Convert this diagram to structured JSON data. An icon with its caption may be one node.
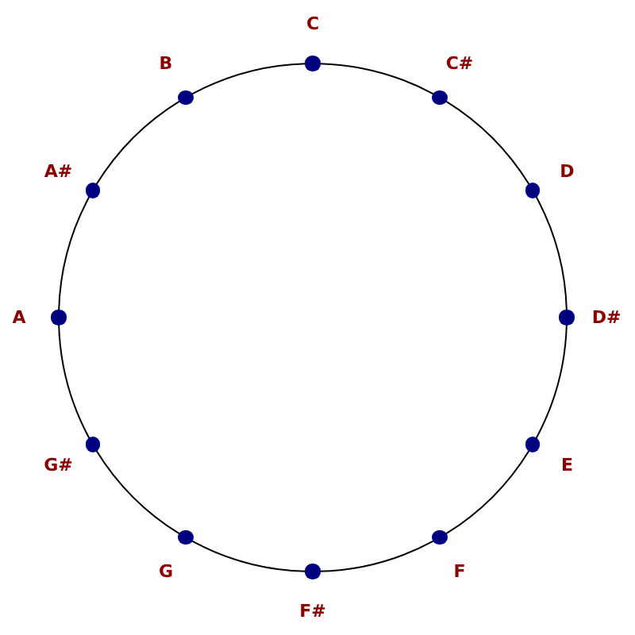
{
  "diagram": {
    "nodes": [
      {
        "text": [],
        "shape": "circle",
        "beside": [
          "C"
        ]
      },
      {
        "text": [],
        "shape": "circle",
        "beside": [
          "C#"
        ]
      },
      {
        "text": [],
        "shape": "circle",
        "beside": [
          "D"
        ]
      },
      {
        "text": [],
        "shape": "circle",
        "beside": [
          "D#"
        ]
      },
      {
        "text": [],
        "shape": "circle",
        "beside": [
          "E"
        ]
      },
      {
        "text": [],
        "shape": "circle",
        "beside": [
          "F"
        ]
      },
      {
        "text": [],
        "shape": "circle",
        "beside": [
          "F#"
        ]
      },
      {
        "text": [],
        "shape": "circle",
        "beside": [
          "G"
        ]
      },
      {
        "text": [],
        "shape": "circle",
        "beside": [
          "G#"
        ]
      },
      {
        "text": [],
        "shape": "circle",
        "beside": [
          "A"
        ]
      },
      {
        "text": [],
        "shape": "circle",
        "beside": [
          "A#"
        ]
      },
      {
        "text": [],
        "shape": "circle",
        "beside": [
          "B"
        ]
      }
    ],
    "edges": [
      {
        "from": 0,
        "to": 1,
        "arrow": "none"
      },
      {
        "from": 1,
        "to": 2,
        "arrow": "none"
      },
      {
        "from": 2,
        "to": 3,
        "arrow": "none"
      },
      {
        "from": 3,
        "to": 4,
        "arrow": "none"
      },
      {
        "from": 4,
        "to": 5,
        "arrow": "none"
      },
      {
        "from": 5,
        "to": 6,
        "arrow": "none"
      },
      {
        "from": 6,
        "to": 7,
        "arrow": "none"
      },
      {
        "from": 7,
        "to": 8,
        "arrow": "none"
      },
      {
        "from": 8,
        "to": 9,
        "arrow": "none"
      },
      {
        "from": 9,
        "to": 10,
        "arrow": "none"
      },
      {
        "from": 10,
        "to": 11,
        "arrow": "none"
      },
      {
        "from": 11,
        "to": 0,
        "arrow": "none"
      }
    ]
  }
}
